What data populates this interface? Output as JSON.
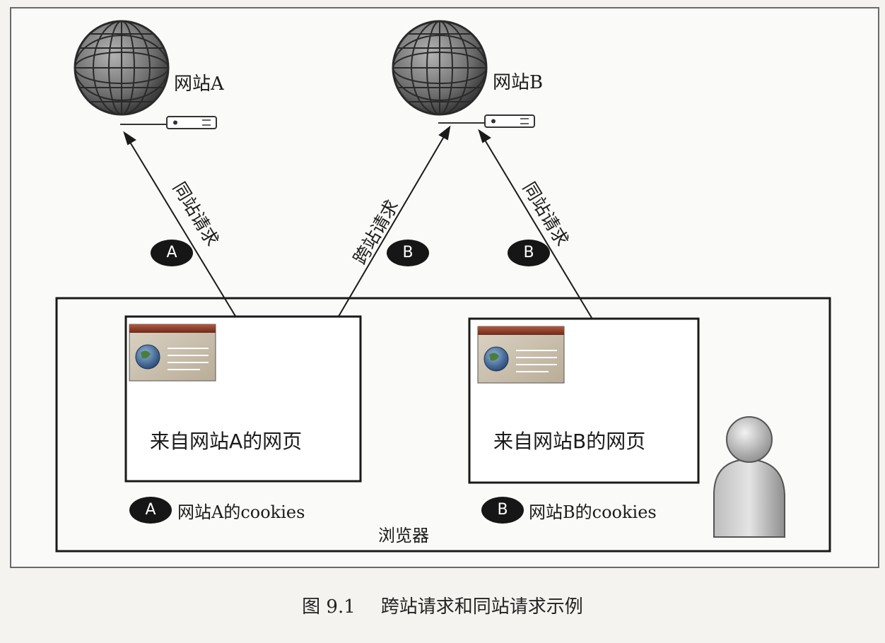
{
  "sites": {
    "a_label": "网站A",
    "b_label": "网站B"
  },
  "requests": {
    "same_site_a": "同站请求",
    "cross_site": "跨站请求",
    "same_site_b": "同站请求"
  },
  "badges": {
    "a_request": "A",
    "b_cross": "B",
    "b_request": "B",
    "a_cookie": "A",
    "b_cookie": "B"
  },
  "browser": {
    "label": "浏览器",
    "page_a": "来自网站A的网页",
    "page_b": "来自网站B的网页",
    "cookies_a": "网站A的cookies",
    "cookies_b": "网站B的cookies"
  },
  "caption": {
    "figure_number": "图 9.1",
    "title": "跨站请求和同站请求示例"
  },
  "colors": {
    "badge": "#161616",
    "globe": "#7a7a7a",
    "page_header": "#8a3a2a"
  },
  "icons": [
    "globe-icon",
    "server-icon",
    "browser-window-icon",
    "user-icon"
  ]
}
